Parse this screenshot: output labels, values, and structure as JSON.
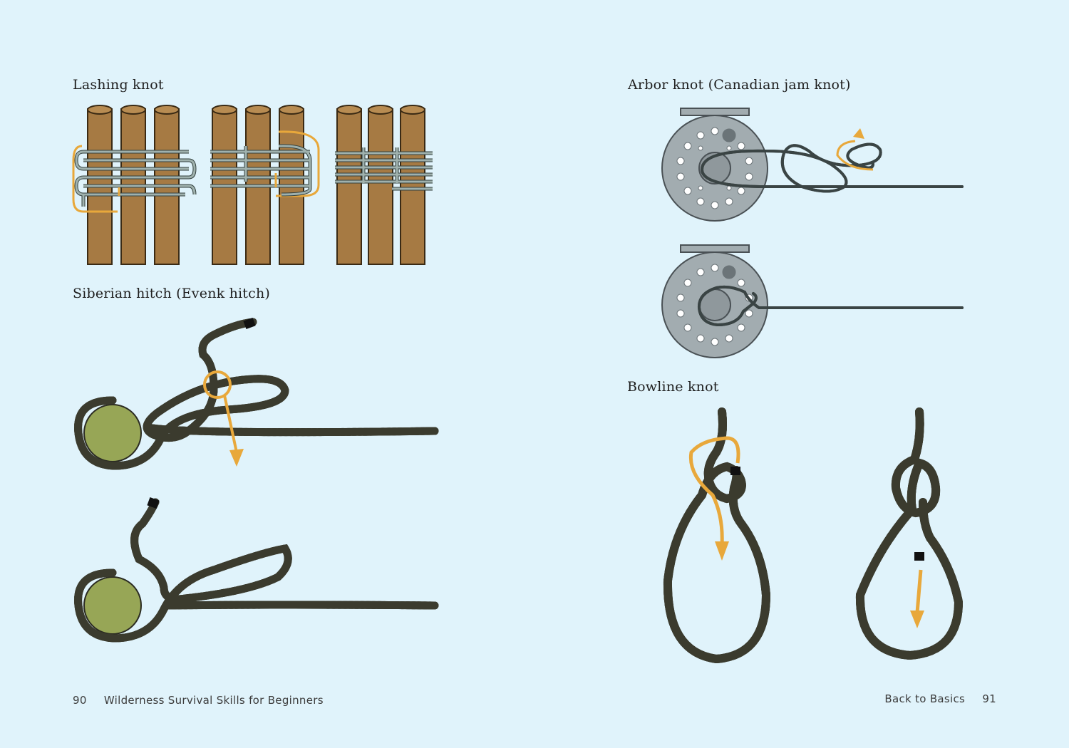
{
  "sections": {
    "lashing": {
      "title": "Lashing knot"
    },
    "siberian": {
      "title": "Siberian hitch (Evenk hitch)"
    },
    "arbor": {
      "title": "Arbor knot (Canadian jam knot)"
    },
    "bowline": {
      "title": "Bowline knot"
    }
  },
  "footer": {
    "left_page_number": "90",
    "left_running_title": "Wilderness Survival Skills for Beginners",
    "right_running_title": "Back to Basics",
    "right_page_number": "91"
  },
  "colors": {
    "background": "#e0f3fb",
    "pole": "#a67a43",
    "cord": "#8a9c98",
    "rope": "#e9e2a4",
    "rope_outline": "#3b3b2e",
    "arrow": "#e8a83b",
    "post": "#97a656",
    "reel": "#a2acb0"
  }
}
